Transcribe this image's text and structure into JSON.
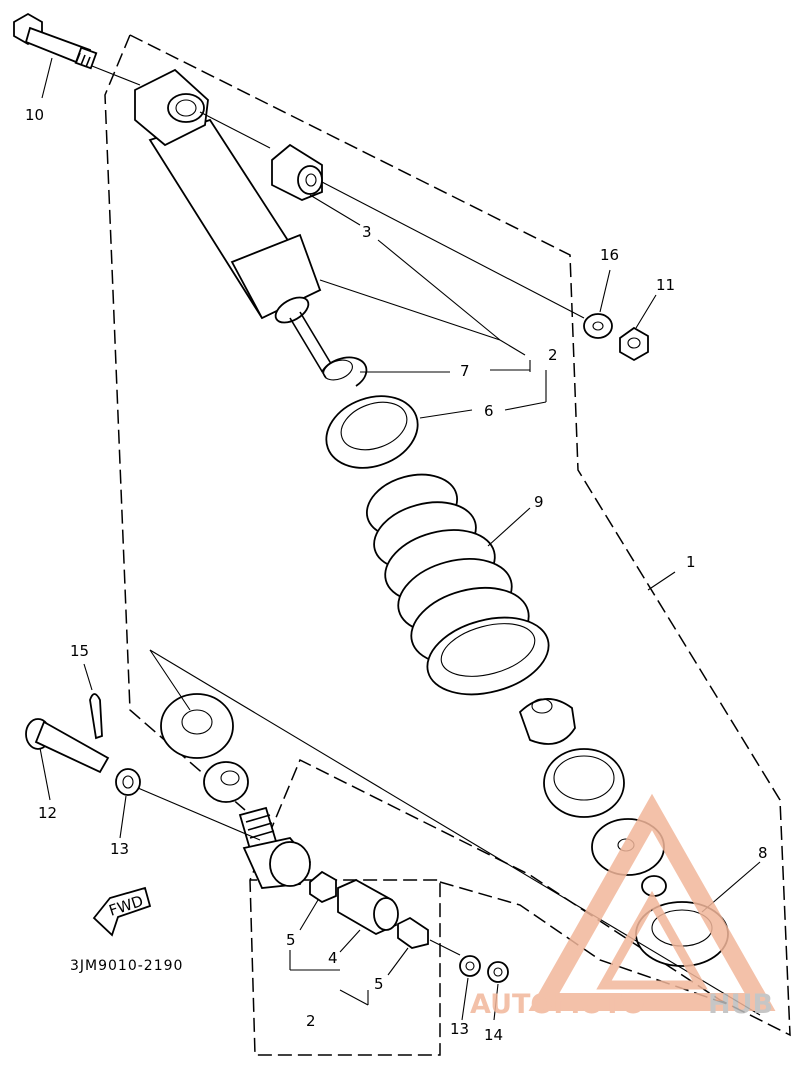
{
  "diagram": {
    "part_numbers": [
      "1",
      "2",
      "2",
      "3",
      "4",
      "5",
      "5",
      "6",
      "7",
      "8",
      "9",
      "10",
      "11",
      "12",
      "13",
      "13",
      "14",
      "15",
      "16"
    ],
    "catalog_code": "3JM9010-2190",
    "fwd_label": "FWD"
  },
  "watermark": {
    "part_a": "AUTOMOTO",
    "part_b": "HUB",
    "colors": {
      "red": "#f2b79b",
      "gray": "#bdbdbd"
    }
  }
}
